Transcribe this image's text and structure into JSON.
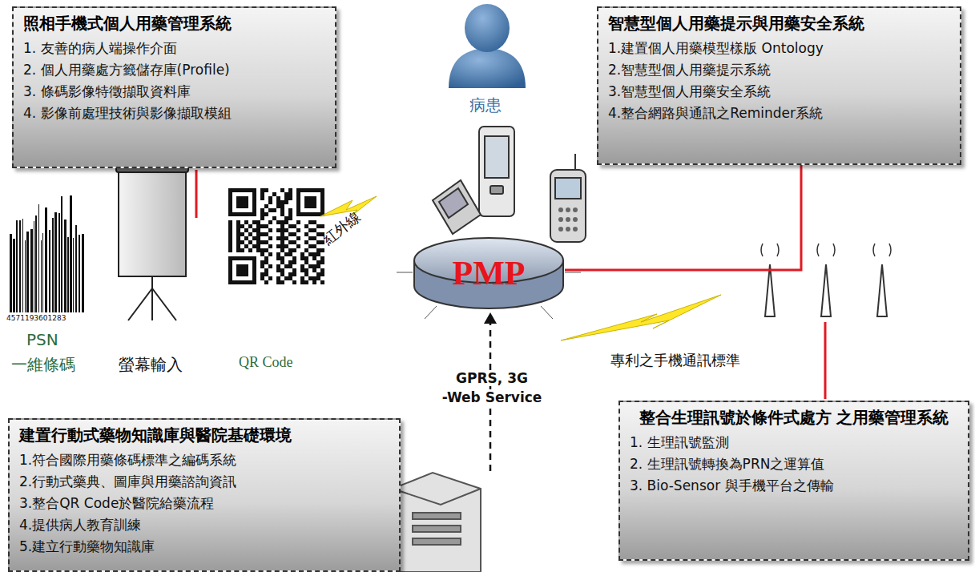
{
  "diagram": {
    "nodes": [
      {
        "text": [
          "照相手機式個人用藥管理系統",
          "1. 友善的病人端操作介面",
          "2. 個人用藥處方籤儲存庫(Profile)",
          "3. 條碼影像特徵擷取資料庫",
          "4. 影像前處理技術與影像擷取模組"
        ]
      },
      {
        "text": [
          "智慧型個人用藥提示與用藥安全系統",
          "1.建置個人用藥模型樣版 Ontology",
          "2.智慧型個人用藥提示系統",
          "3.智慧型個人用藥安全系統",
          "4.整合網路與通訊之Reminder系統"
        ]
      },
      {
        "text": [
          "PMP"
        ]
      },
      {
        "text": [
          "建置行動式藥物知識庫與醫院基礎環境",
          "1.符合國際用藥條碼標準之編碼系統",
          "2.行動式藥典、圖庫與用藥諮詢資訊",
          "3.整合QR Code於醫院給藥流程",
          "4.提供病人教育訓練",
          "5.建立行動藥物知識庫"
        ]
      },
      {
        "text": [
          "整合生理訊號於條件式處方 之用藥管理系統",
          "1. 生理訊號監測",
          "2. 生理訊號轉換為PRN之運算值",
          "3. Bio-Sensor 與手機平台之傳輸"
        ]
      }
    ],
    "edges": [
      {
        "from": 2,
        "to": 1,
        "arrow": "none"
      }
    ],
    "labels": [
      "病患",
      "4571193601283",
      "PSN",
      "一維條碼",
      "螢幕輸入",
      "QR Code",
      "紅外線",
      "GPRS, 3G",
      "-Web Service",
      "專利之手機通訊標準"
    ]
  }
}
